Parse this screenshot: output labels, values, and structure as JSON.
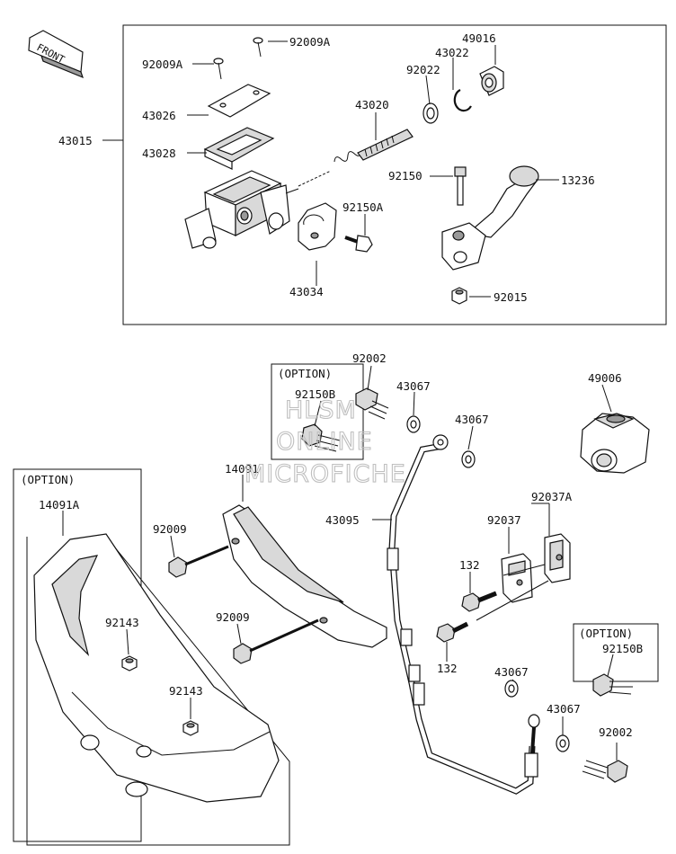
{
  "front_arrow": "FRONT",
  "option_label": "(OPTION)",
  "watermark": [
    "HLSM",
    "ONLINE",
    "MICROFICHE"
  ],
  "parts": {
    "p43015": "43015",
    "p92009A_top": "92009A",
    "p92009A_left": "92009A",
    "p43026": "43026",
    "p43028": "43028",
    "p43020": "43020",
    "p49016": "49016",
    "p43022": "43022",
    "p92022": "92022",
    "p92150": "92150",
    "p13236": "13236",
    "p92150A": "92150A",
    "p43034": "43034",
    "p92015": "92015",
    "p92002_top": "92002",
    "p92150B_top": "92150B",
    "p43067_a": "43067",
    "p43067_b": "43067",
    "p49006": "49006",
    "p14091": "14091",
    "p14091A": "14091A",
    "p92009_a": "92009",
    "p92009_b": "92009",
    "p43095": "43095",
    "p92037A": "92037A",
    "p92037": "92037",
    "p132_a": "132",
    "p132_b": "132",
    "p92143_a": "92143",
    "p92143_b": "92143",
    "p92150B_right": "92150B",
    "p43067_c": "43067",
    "p43067_d": "43067",
    "p92002_bottom": "92002"
  }
}
